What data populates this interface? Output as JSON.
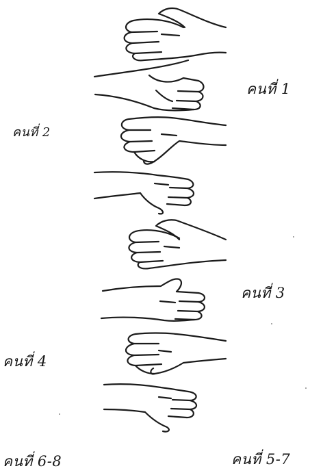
{
  "labels": {
    "person_1": "คนที่ 1",
    "person_2": "คนที่ 2",
    "person_3": "คนที่ 3",
    "person_4": "คนที่ 4",
    "person_5_7": "คนที่ 5-7",
    "person_6_8": "คนที่ 6-8"
  },
  "colors": {
    "ink": "#1b1b1b",
    "paper": "#ffffff"
  }
}
